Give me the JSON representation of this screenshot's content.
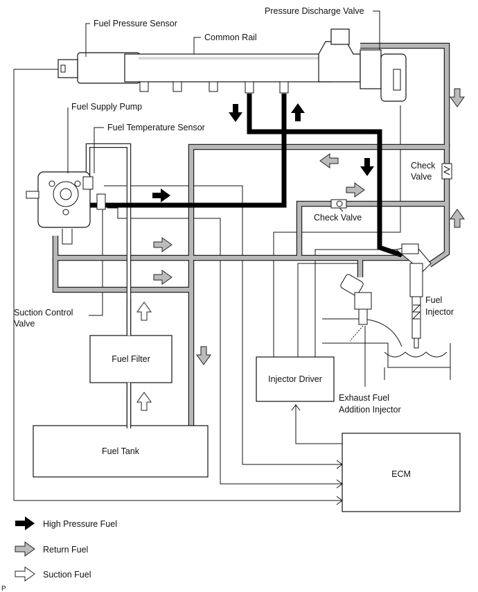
{
  "labels": {
    "fuel_pressure_sensor": "Fuel Pressure Sensor",
    "common_rail": "Common Rail",
    "pressure_discharge_valve": "Pressure Discharge Valve",
    "fuel_supply_pump": "Fuel Supply Pump",
    "fuel_temperature_sensor": "Fuel Temperature Sensor",
    "check_valve_right_line1": "Check",
    "check_valve_right_line2": "Valve",
    "check_valve_center": "Check Valve",
    "suction_control_valve_line1": "Suction Control",
    "suction_control_valve_line2": "Valve",
    "fuel_filter": "Fuel Filter",
    "fuel_tank": "Fuel Tank",
    "injector_driver": "Injector Driver",
    "exhaust_fuel_addition_injector_line1": "Exhaust Fuel",
    "exhaust_fuel_addition_injector_line2": "Addition Injector",
    "fuel_injector_line1": "Fuel",
    "fuel_injector_line2": "Injector",
    "ecm": "ECM"
  },
  "legend": {
    "high_pressure": "High Pressure Fuel",
    "return": "Return Fuel",
    "suction": "Suction Fuel"
  },
  "corner_mark": "P",
  "colors": {
    "high_pressure": "#000000",
    "return": "#b7b7b7",
    "suction": "#ffffff",
    "outline": "#111111"
  }
}
